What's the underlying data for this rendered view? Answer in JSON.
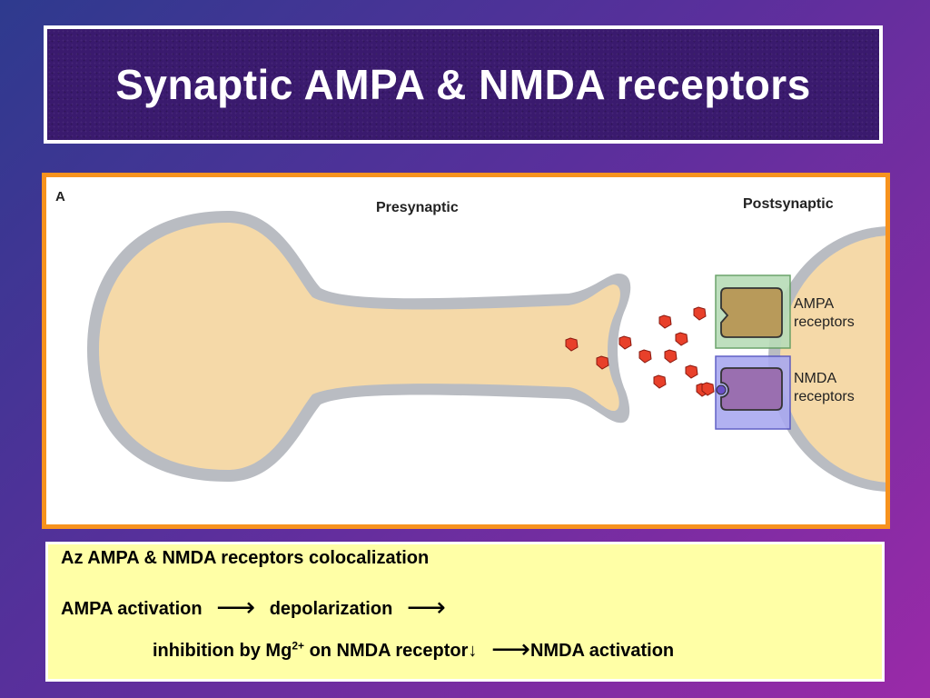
{
  "title": "Synaptic AMPA & NMDA receptors",
  "diagram": {
    "panel_letter": "A",
    "presynaptic_label": "Presynaptic",
    "postsynaptic_label": "Postsynaptic",
    "ampa_label_1": "AMPA",
    "ampa_label_2": "receptors",
    "nmda_label_1": "NMDA",
    "nmda_label_2": "receptors",
    "colors": {
      "cell_fill": "#f5d9a8",
      "membrane": "#b9bcc2",
      "transmitter": "#e8402a",
      "ampa_box": "#b8dcb8",
      "ampa_receptor": "#b89a5a",
      "nmda_box": "#a9a9f0",
      "nmda_receptor": "#9a6fb0",
      "frame": "#f7931e"
    }
  },
  "notes": {
    "line1": "Az AMPA & NMDA receptors colocalization",
    "line2_a": "AMPA activation",
    "line2_b": "depolarization",
    "line3_a": "inhibition by Mg",
    "line3_sup": "2+",
    "line3_b": "on NMDA receptor↓",
    "line3_c": "NMDA activation",
    "arrow": "⟶"
  }
}
